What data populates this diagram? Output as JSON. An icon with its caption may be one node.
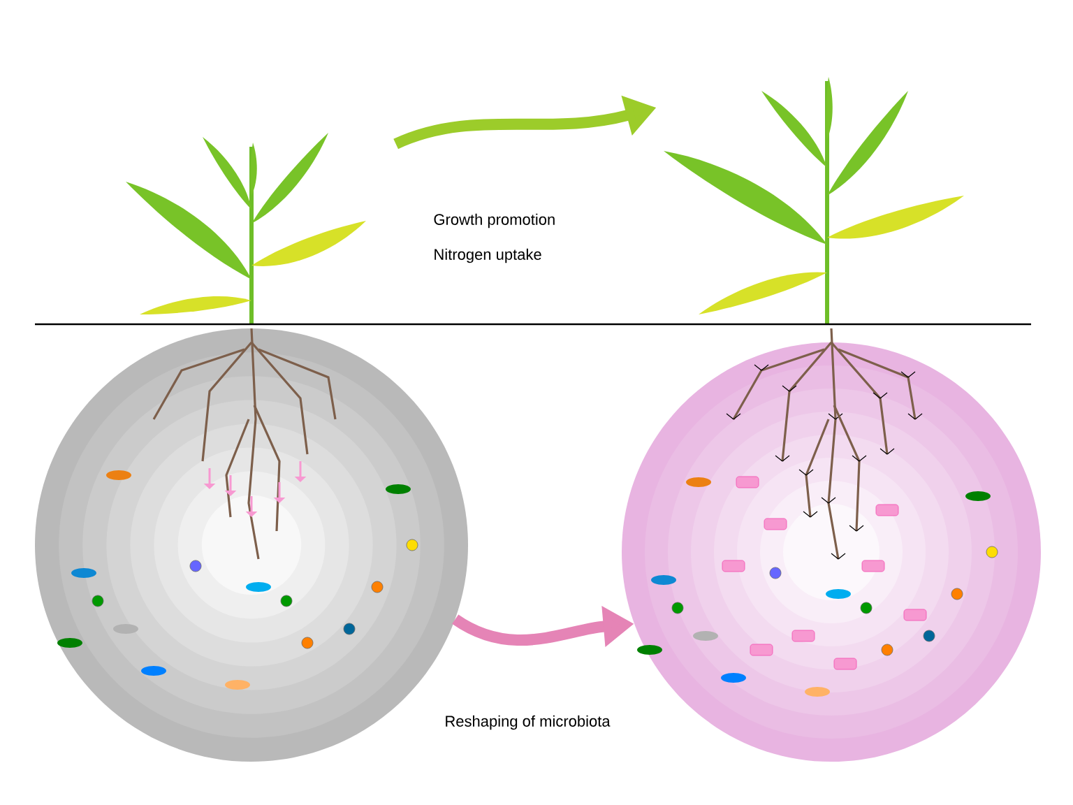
{
  "diagram": {
    "nodes": [
      {
        "text": [],
        "shape": "picture"
      },
      {
        "text": [],
        "shape": "circle"
      },
      {
        "text": [],
        "shape": "picture"
      },
      {
        "text": [],
        "shape": "circle"
      }
    ],
    "edges": [
      {
        "from": 0,
        "to": 2,
        "arrow": "to",
        "color": "#9ccc2a"
      },
      {
        "from": 1,
        "to": 3,
        "arrow": "to",
        "color": "#e584b6"
      }
    ],
    "labels": [
      "Growth promotion",
      "Nitrogen uptake",
      "Reshaping of microbiota"
    ]
  }
}
